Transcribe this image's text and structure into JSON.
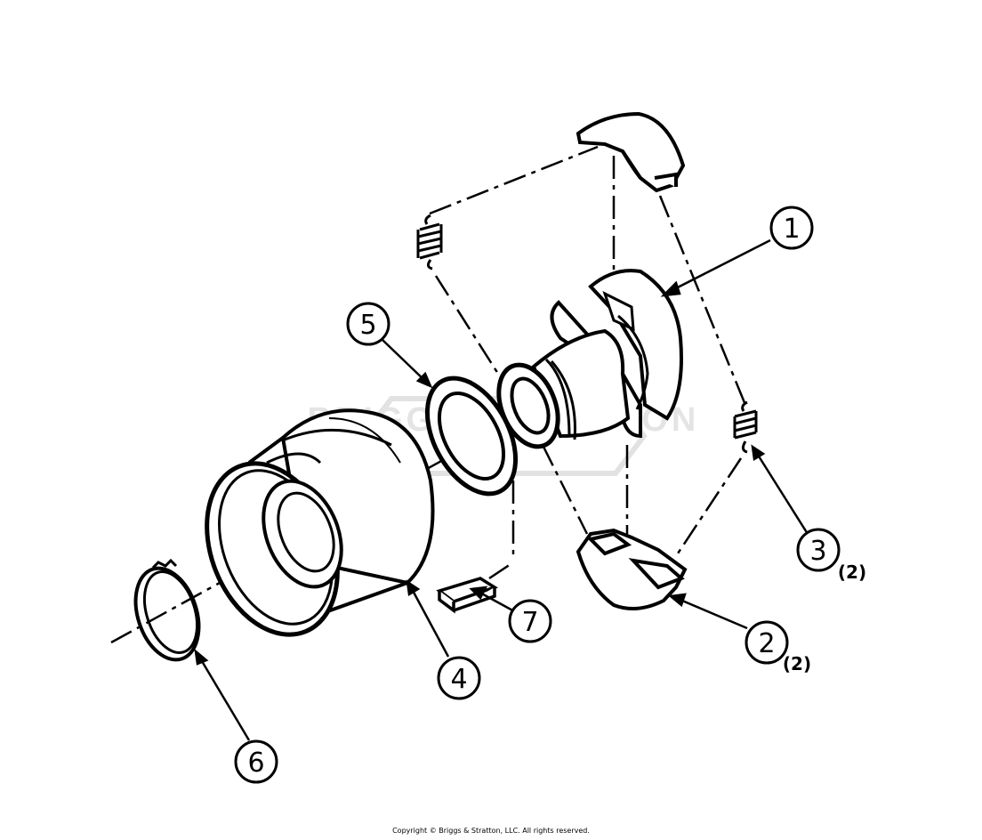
{
  "watermark": {
    "text": "BRIGGS&STRATTON"
  },
  "callouts": [
    {
      "id": "1",
      "label": "1",
      "qty": ""
    },
    {
      "id": "2",
      "label": "2",
      "qty": "(2)"
    },
    {
      "id": "3",
      "label": "3",
      "qty": "(2)"
    },
    {
      "id": "4",
      "label": "4",
      "qty": ""
    },
    {
      "id": "5",
      "label": "5",
      "qty": ""
    },
    {
      "id": "6",
      "label": "6",
      "qty": ""
    },
    {
      "id": "7",
      "label": "7",
      "qty": ""
    }
  ],
  "copyright": "Copyright © Briggs & Stratton, LLC. All rights reserved."
}
